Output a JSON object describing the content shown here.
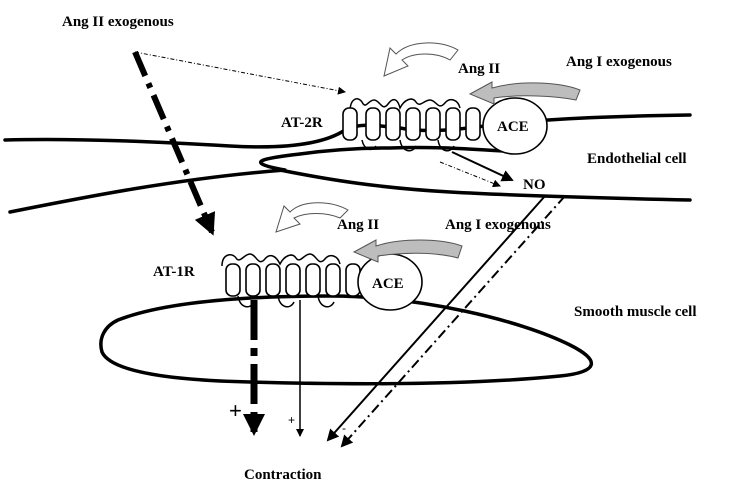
{
  "labels": {
    "ang2_exogenous": "Ang II exogenous",
    "ang1_exogenous_top": "Ang I exogenous",
    "ang1_exogenous_bottom": "Ang I exogenous",
    "ang2_top": "Ang II",
    "ang2_bottom": "Ang II",
    "at2r": "AT-2R",
    "at1r": "AT-1R",
    "ace_top": "ACE",
    "ace_bottom": "ACE",
    "no": "NO",
    "endothelial_cell": "Endothelial cell",
    "smooth_muscle_cell": "Smooth muscle cell",
    "contraction": "Contraction",
    "plus_big": "+",
    "plus_small": "+",
    "minus": "-"
  }
}
